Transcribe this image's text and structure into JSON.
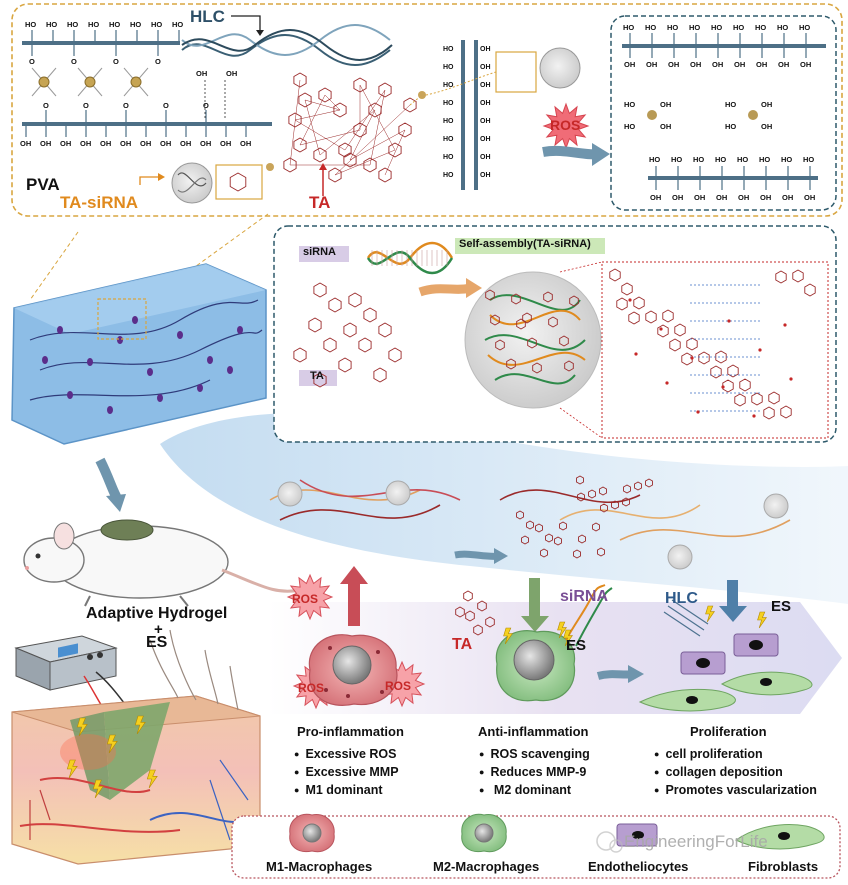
{
  "top_panel": {
    "hlc": "HLC",
    "pva": "PVA",
    "ta_sirna": "TA-siRNA",
    "ta": "TA",
    "ros": "ROS",
    "ho": "HO",
    "oh": "OH",
    "o": "O"
  },
  "assembly_panel": {
    "sirna_tag": "siRNA",
    "ta_tag": "TA",
    "self_assembly_tag": "Self-assembly(TA-siRNA)"
  },
  "treatment": {
    "adaptive_hydrogel": "Adaptive Hydrogel",
    "plus": "+",
    "es": "ES"
  },
  "pathway": {
    "ros": "ROS",
    "ta": "TA",
    "sirna": "siRNA",
    "hlc": "HLC",
    "es": "ES"
  },
  "stages": [
    {
      "title": "Pro-inflammation",
      "bullets": [
        "Excessive ROS",
        "Excessive MMP",
        "M1 dominant"
      ]
    },
    {
      "title": "Anti-inflammation",
      "bullets": [
        "ROS scavenging",
        "Reduces MMP-9",
        " M2 dominant"
      ]
    },
    {
      "title": "Proliferation",
      "bullets": [
        "cell proliferation",
        "collagen deposition",
        "Promotes vascularization"
      ]
    }
  ],
  "legend": {
    "items": [
      "M1-Macrophages",
      "M2-Macrophages",
      "Endotheliocytes",
      "Fibroblasts"
    ],
    "watermark": "EngineeringForLife"
  },
  "colors": {
    "top_border": "#d9a640",
    "dashed_panel": "#2e5a6b",
    "red": "#c62828",
    "orange": "#e08a1e",
    "teal": "#4a7080",
    "hydrogel": "#7fb2e0",
    "m1": "#d87a80",
    "m2": "#8fc08c",
    "endothelio": "#a58ac0",
    "fibroblast": "#a8d49c"
  }
}
